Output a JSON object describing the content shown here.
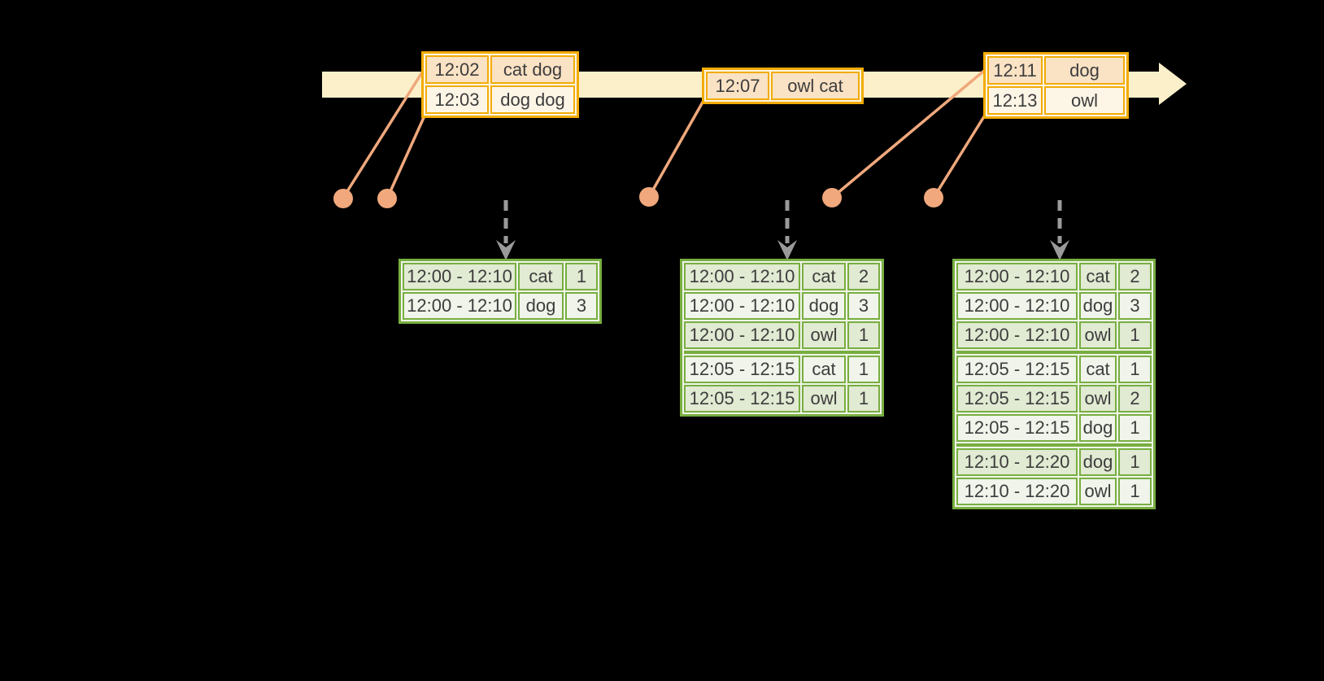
{
  "colors": {
    "background": "#000000",
    "timeline_fill": "#fbf0ca",
    "event_border": "#f2ac04",
    "event_row_odd": "#fae2c4",
    "event_row_even": "#fdf5e6",
    "result_border": "#78ae40",
    "result_row_odd": "#e1ead2",
    "result_row_even": "#f0f4ea",
    "connector": "#f0a87c",
    "trigger_arrow": "#9a9a9a",
    "text": "#3d3d3d"
  },
  "event_tables": [
    {
      "rows": [
        {
          "time": "12:02",
          "words": "cat dog"
        },
        {
          "time": "12:03",
          "words": "dog dog"
        }
      ]
    },
    {
      "rows": [
        {
          "time": "12:07",
          "words": "owl cat"
        }
      ]
    },
    {
      "rows": [
        {
          "time": "12:11",
          "words": "dog"
        },
        {
          "time": "12:13",
          "words": "owl"
        }
      ]
    }
  ],
  "result_tables": [
    {
      "groups": [
        [
          {
            "window": "12:00 - 12:10",
            "word": "cat",
            "count": "1"
          },
          {
            "window": "12:00 - 12:10",
            "word": "dog",
            "count": "3"
          }
        ]
      ]
    },
    {
      "groups": [
        [
          {
            "window": "12:00 - 12:10",
            "word": "cat",
            "count": "2"
          },
          {
            "window": "12:00 - 12:10",
            "word": "dog",
            "count": "3"
          },
          {
            "window": "12:00 - 12:10",
            "word": "owl",
            "count": "1"
          }
        ],
        [
          {
            "window": "12:05 - 12:15",
            "word": "cat",
            "count": "1"
          },
          {
            "window": "12:05 - 12:15",
            "word": "owl",
            "count": "1"
          }
        ]
      ]
    },
    {
      "groups": [
        [
          {
            "window": "12:00 - 12:10",
            "word": "cat",
            "count": "2"
          },
          {
            "window": "12:00 - 12:10",
            "word": "dog",
            "count": "3"
          },
          {
            "window": "12:00 - 12:10",
            "word": "owl",
            "count": "1"
          }
        ],
        [
          {
            "window": "12:05 - 12:15",
            "word": "cat",
            "count": "1"
          },
          {
            "window": "12:05 - 12:15",
            "word": "owl",
            "count": "2"
          },
          {
            "window": "12:05 - 12:15",
            "word": "dog",
            "count": "1"
          }
        ],
        [
          {
            "window": "12:10 - 12:20",
            "word": "dog",
            "count": "1"
          },
          {
            "window": "12:10 - 12:20",
            "word": "owl",
            "count": "1"
          }
        ]
      ]
    }
  ]
}
